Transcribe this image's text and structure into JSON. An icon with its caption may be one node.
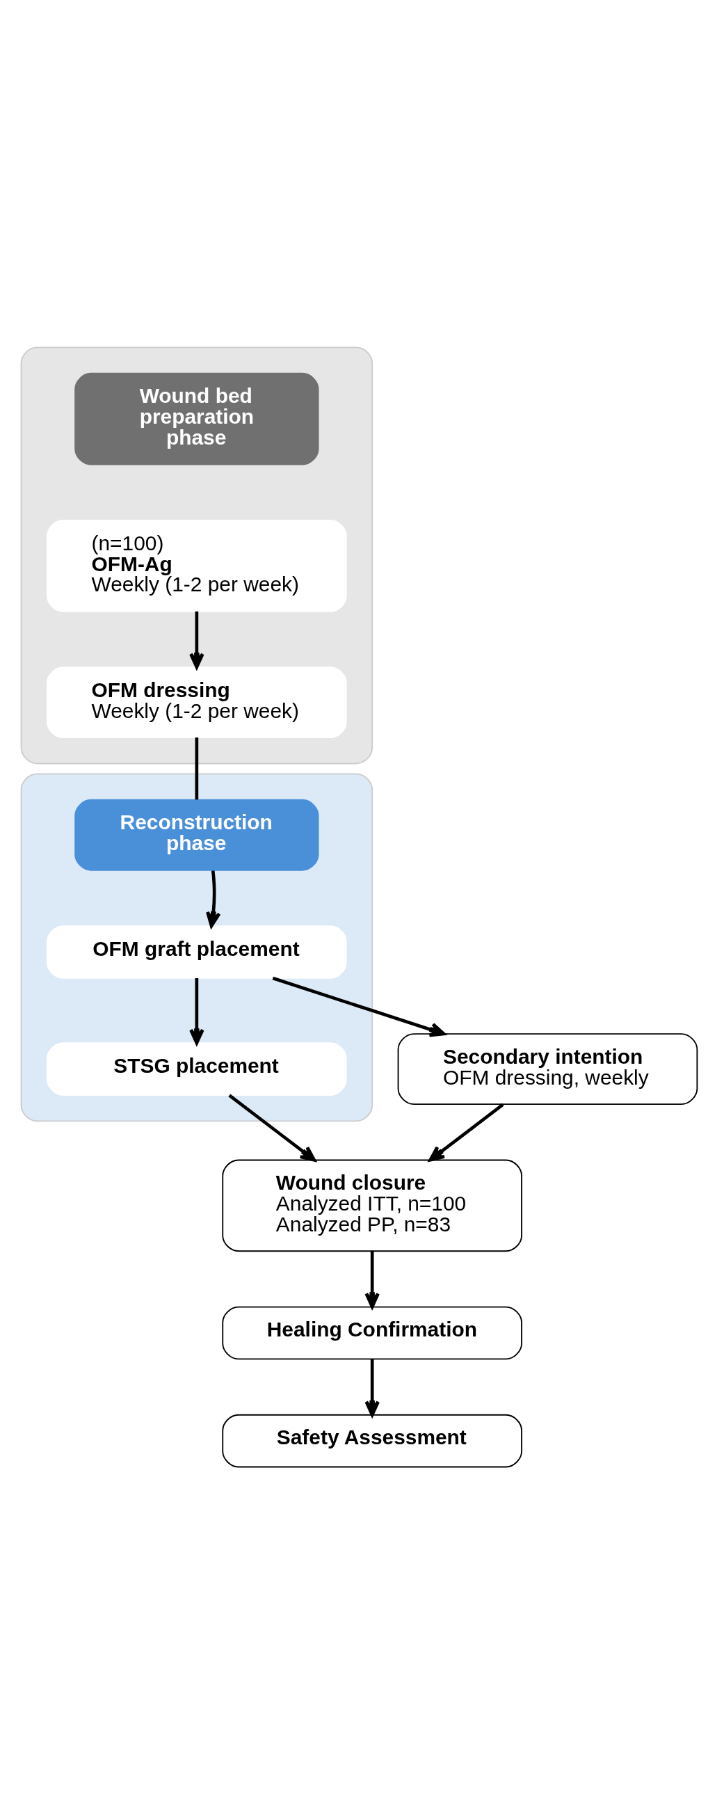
{
  "diagram": {
    "nodes": [
      {
        "text": [],
        "shape": "box"
      },
      {
        "text": [
          "Wound bed preparation phase"
        ],
        "in": 0
      },
      {
        "text": [
          "(n=100)",
          "OFM-Ag",
          "Weekly (1-2 per week)"
        ],
        "in": 0
      },
      {
        "text": [
          "OFM dressing",
          "Weekly (1-2 per week)"
        ],
        "in": 0
      },
      {
        "text": [],
        "shape": "box"
      },
      {
        "text": [
          "Reconstruction phase"
        ],
        "in": 4
      },
      {
        "text": [
          "OFM graft placement"
        ],
        "in": 4
      },
      {
        "text": [
          "STSG placement"
        ],
        "in": 4
      },
      {
        "text": [
          "Secondary intention",
          "OFM dressing, weekly"
        ]
      },
      {
        "text": [
          "Wound closure",
          "Analyzed ITT, n=100",
          "Analyzed PP, n=83"
        ]
      },
      {
        "text": [
          "Healing Confirmation"
        ]
      },
      {
        "text": [
          "Safety Assessment"
        ]
      }
    ],
    "edges": [
      {
        "from": 2,
        "to": 3,
        "arrow": "to"
      },
      {
        "from": 3,
        "to": 5,
        "arrow": "none"
      },
      {
        "from": 5,
        "to": 6,
        "arrow": "to"
      },
      {
        "from": 6,
        "to": 7,
        "arrow": "to"
      },
      {
        "from": 6,
        "to": 8,
        "arrow": "to"
      },
      {
        "from": 7,
        "to": 9,
        "arrow": "to"
      },
      {
        "from": 8,
        "to": 9,
        "arrow": "to"
      },
      {
        "from": 9,
        "to": 10,
        "arrow": "to"
      },
      {
        "from": 10,
        "to": 11,
        "arrow": "to"
      }
    ]
  }
}
